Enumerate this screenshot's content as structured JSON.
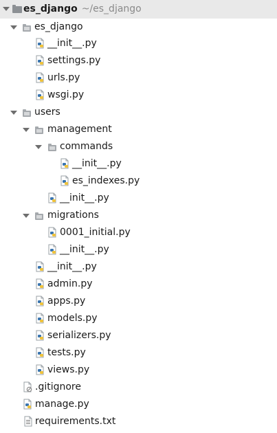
{
  "project": {
    "name": "es_django",
    "path": "~/es_django"
  },
  "colors": {
    "python_blue": "#3a75b0",
    "python_yellow": "#f0c33c",
    "folder": "#a5a9ad",
    "root_row_bg": "#e9e9e9",
    "path_text": "#8a8a8a"
  },
  "tree": {
    "es_django_folder": "es_django",
    "es_django_init": "__init__.py",
    "es_django_settings": "settings.py",
    "es_django_urls": "urls.py",
    "es_django_wsgi": "wsgi.py",
    "users_folder": "users",
    "management_folder": "management",
    "commands_folder": "commands",
    "commands_init": "__init__.py",
    "commands_es_indexes": "es_indexes.py",
    "management_init": "__init__.py",
    "migrations_folder": "migrations",
    "migrations_0001": "0001_initial.py",
    "migrations_init": "__init__.py",
    "users_init": "__init__.py",
    "users_admin": "admin.py",
    "users_apps": "apps.py",
    "users_models": "models.py",
    "users_serializers": "serializers.py",
    "users_tests": "tests.py",
    "users_views": "views.py",
    "gitignore": ".gitignore",
    "manage": "manage.py",
    "requirements": "requirements.txt"
  }
}
